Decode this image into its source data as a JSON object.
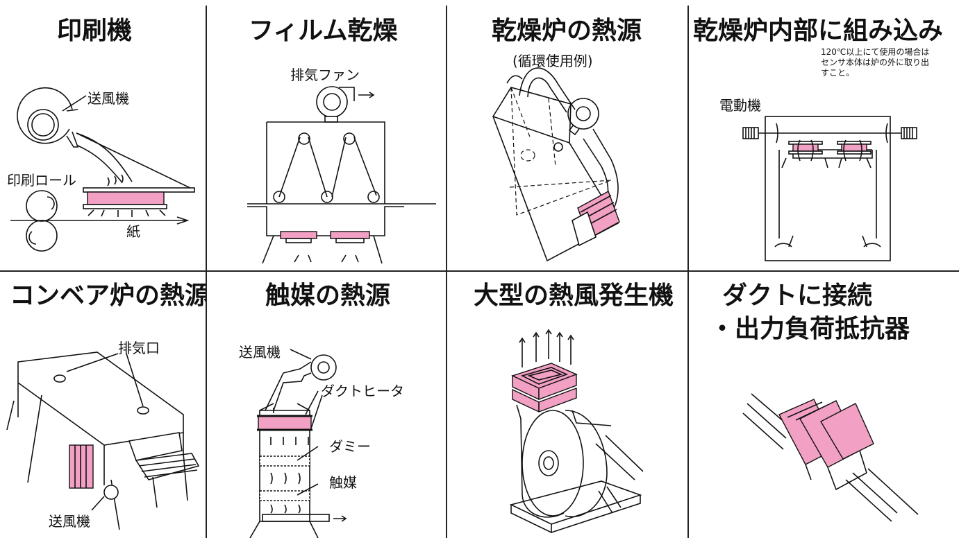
{
  "cells": [
    {
      "title": "印刷機",
      "labels": {
        "blower": "送風機",
        "roll": "印刷ロール",
        "paper": "紙"
      }
    },
    {
      "title": "フィルム乾燥",
      "labels": {
        "fan": "排気ファン"
      }
    },
    {
      "title": "乾燥炉の熱源",
      "subtitle": "(循環使用例)"
    },
    {
      "title": "乾燥炉内部に組み込み",
      "note": [
        "120℃以上にて使用の場合は",
        "センサ本体は炉の外に取り出",
        "すこと。"
      ],
      "labels": {
        "motor": "電動機"
      }
    },
    {
      "title": "コンベア炉の熱源",
      "labels": {
        "exhaust": "排気口",
        "blower": "送風機"
      }
    },
    {
      "title": "触媒の熱源",
      "labels": {
        "blower": "送風機",
        "duct_heater": "ダクトヒータ",
        "dummy": "ダミー",
        "catalyst": "触媒"
      }
    },
    {
      "title": "大型の熱風発生機"
    },
    {
      "title_lines": [
        "ダクトに接続",
        "・出力負荷抵抗器"
      ]
    }
  ],
  "colors": {
    "heater": "#f2a0c4",
    "line": "#111111"
  }
}
